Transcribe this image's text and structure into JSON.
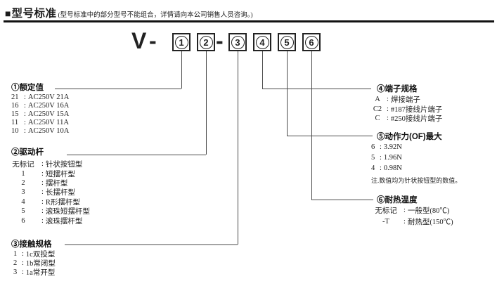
{
  "header": {
    "marker": "■",
    "title": "型号标准",
    "subtitle": "(型号标准中的部分型号不能组合，详情请向本公司销售人员咨询。)"
  },
  "model": {
    "prefix": "V",
    "dash": "-",
    "digits": [
      "1",
      "2",
      "3",
      "4",
      "5",
      "6"
    ]
  },
  "ui": {
    "colon": ":"
  },
  "sections": {
    "rated": {
      "title": "①额定值",
      "items": [
        {
          "label": "21",
          "value": "AC250V 21A"
        },
        {
          "label": "16",
          "value": "AC250V 16A"
        },
        {
          "label": "15",
          "value": "AC250V 15A"
        },
        {
          "label": "11",
          "value": "AC250V 11A"
        },
        {
          "label": "10",
          "value": "AC250V 10A"
        }
      ]
    },
    "lever": {
      "title": "②驱动杆",
      "items": [
        {
          "label": "无标记",
          "value": "针状按钮型"
        },
        {
          "label": "1",
          "value": "短摆杆型"
        },
        {
          "label": "2",
          "value": "摆杆型"
        },
        {
          "label": "3",
          "value": "长摆杆型"
        },
        {
          "label": "4",
          "value": "R形摆杆型"
        },
        {
          "label": "5",
          "value": "滚珠短摆杆型"
        },
        {
          "label": "6",
          "value": "滚珠摆杆型"
        }
      ]
    },
    "contact": {
      "title": "③接触规格",
      "items": [
        {
          "label": "1",
          "value": "1c双投型"
        },
        {
          "label": "2",
          "value": "1b常闭型"
        },
        {
          "label": "3",
          "value": "1a常开型"
        }
      ]
    },
    "terminal": {
      "title": "④端子规格",
      "items": [
        {
          "label": "A",
          "value": "焊接端子"
        },
        {
          "label": "C2",
          "value": "#187接线片端子"
        },
        {
          "label": "C",
          "value": "#250接线片端子"
        }
      ]
    },
    "force": {
      "title": "⑤动作力(OF)最大",
      "items": [
        {
          "label": "6",
          "value": "3.92N"
        },
        {
          "label": "5",
          "value": "1.96N"
        },
        {
          "label": "4",
          "value": "0.98N"
        }
      ],
      "note": "注.数值均为针状按钮型的数值。"
    },
    "heat": {
      "title": "⑥耐热温度",
      "items": [
        {
          "label": "无标记",
          "value": "一般型(80℃)"
        },
        {
          "label": "-T",
          "value": "耐热型(150℃)"
        }
      ]
    }
  }
}
